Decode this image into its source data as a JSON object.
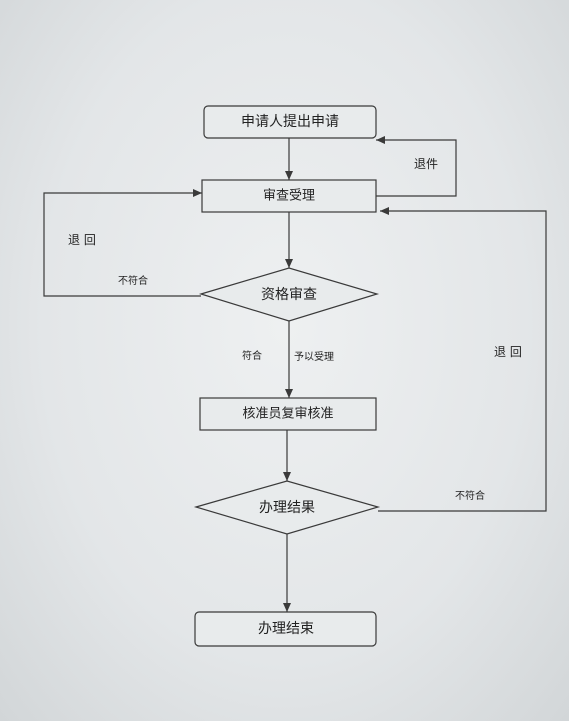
{
  "flowchart": {
    "nodes": {
      "apply": "申请人提出申请",
      "review": "审查受理",
      "qualify": "资格审查",
      "approve": "核准员复审核准",
      "result": "办理结果",
      "end": "办理结束"
    },
    "edges": {
      "return_doc": "退件",
      "return_left": "退 回",
      "not_match_left": "不符合",
      "match": "符合",
      "accept": "予以受理",
      "return_right": "退 回",
      "not_match_right": "不符合"
    }
  },
  "colors": {
    "line": "#3a3a3a",
    "box_fill": "#e8ebec",
    "text": "#222222"
  }
}
